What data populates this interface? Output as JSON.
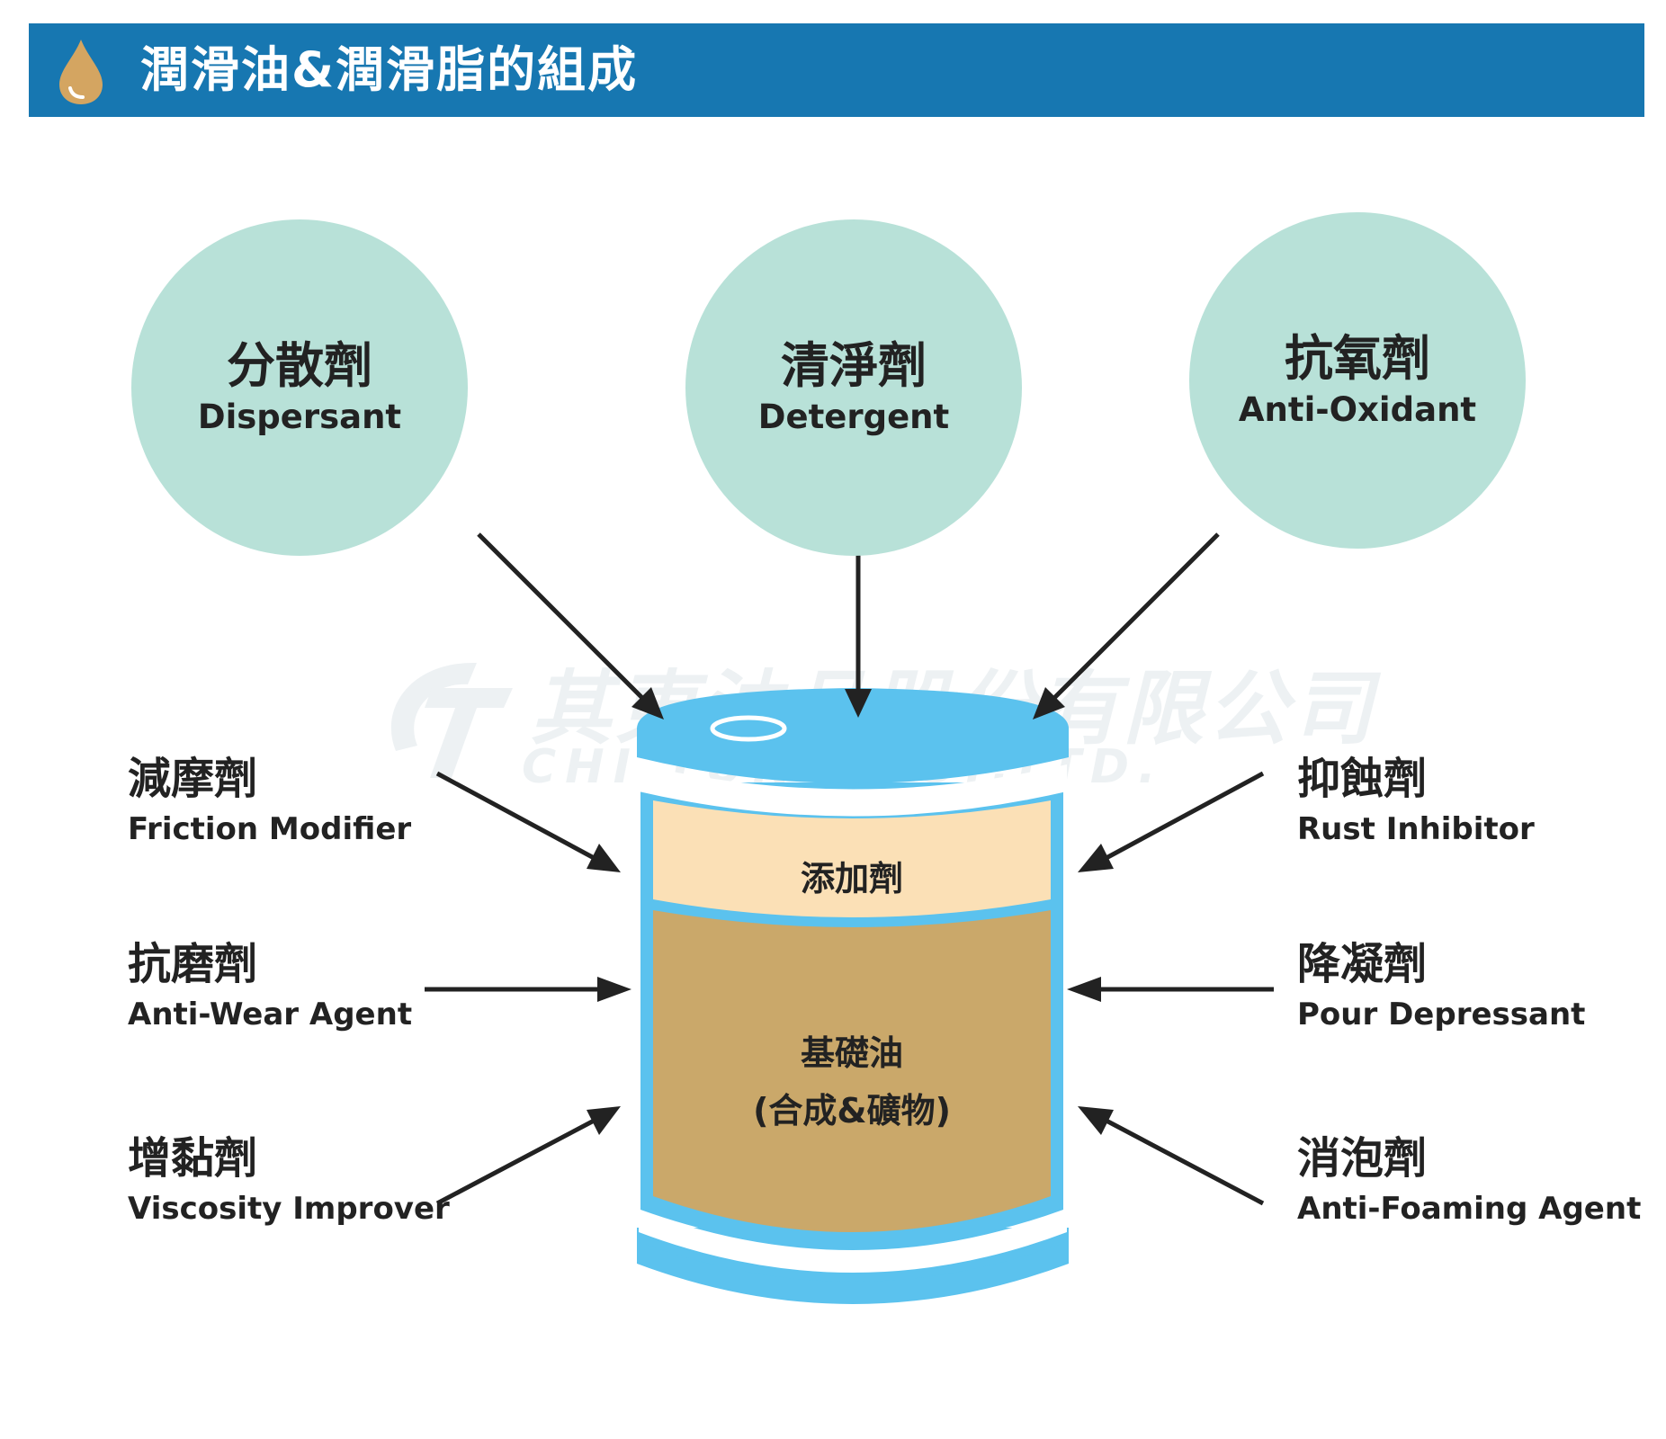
{
  "header": {
    "title": "潤滑油&潤滑脂的組成",
    "accent_color": "#1777b1",
    "icon": "oil-drop-icon"
  },
  "top_additives": [
    {
      "zh": "分散劑",
      "en": "Dispersant"
    },
    {
      "zh": "清淨劑",
      "en": "Detergent"
    },
    {
      "zh": "抗氧劑",
      "en": "Anti-Oxidant"
    }
  ],
  "left_additives": [
    {
      "zh": "減摩劑",
      "en": "Friction Modifier"
    },
    {
      "zh": "抗磨劑",
      "en": "Anti-Wear Agent"
    },
    {
      "zh": "增黏劑",
      "en": "Viscosity Improver"
    }
  ],
  "right_additives": [
    {
      "zh": "抑蝕劑",
      "en": "Rust Inhibitor"
    },
    {
      "zh": "降凝劑",
      "en": "Pour Depressant"
    },
    {
      "zh": "消泡劑",
      "en": "Anti-Foaming Agent"
    }
  ],
  "can": {
    "additive_label": "添加劑",
    "base_oil_label": "基礎油",
    "base_oil_sub": "(合成&礦物)"
  },
  "watermark": {
    "zh": "其東油品股份有限公司",
    "en": "CHI TUNG CO.,LTD."
  },
  "colors": {
    "circle": "#b8e1d8",
    "can_blue": "#5bc2ee",
    "additive_layer": "#fbe0b6",
    "base_oil_layer": "#caa86a",
    "arrow": "#222222"
  }
}
